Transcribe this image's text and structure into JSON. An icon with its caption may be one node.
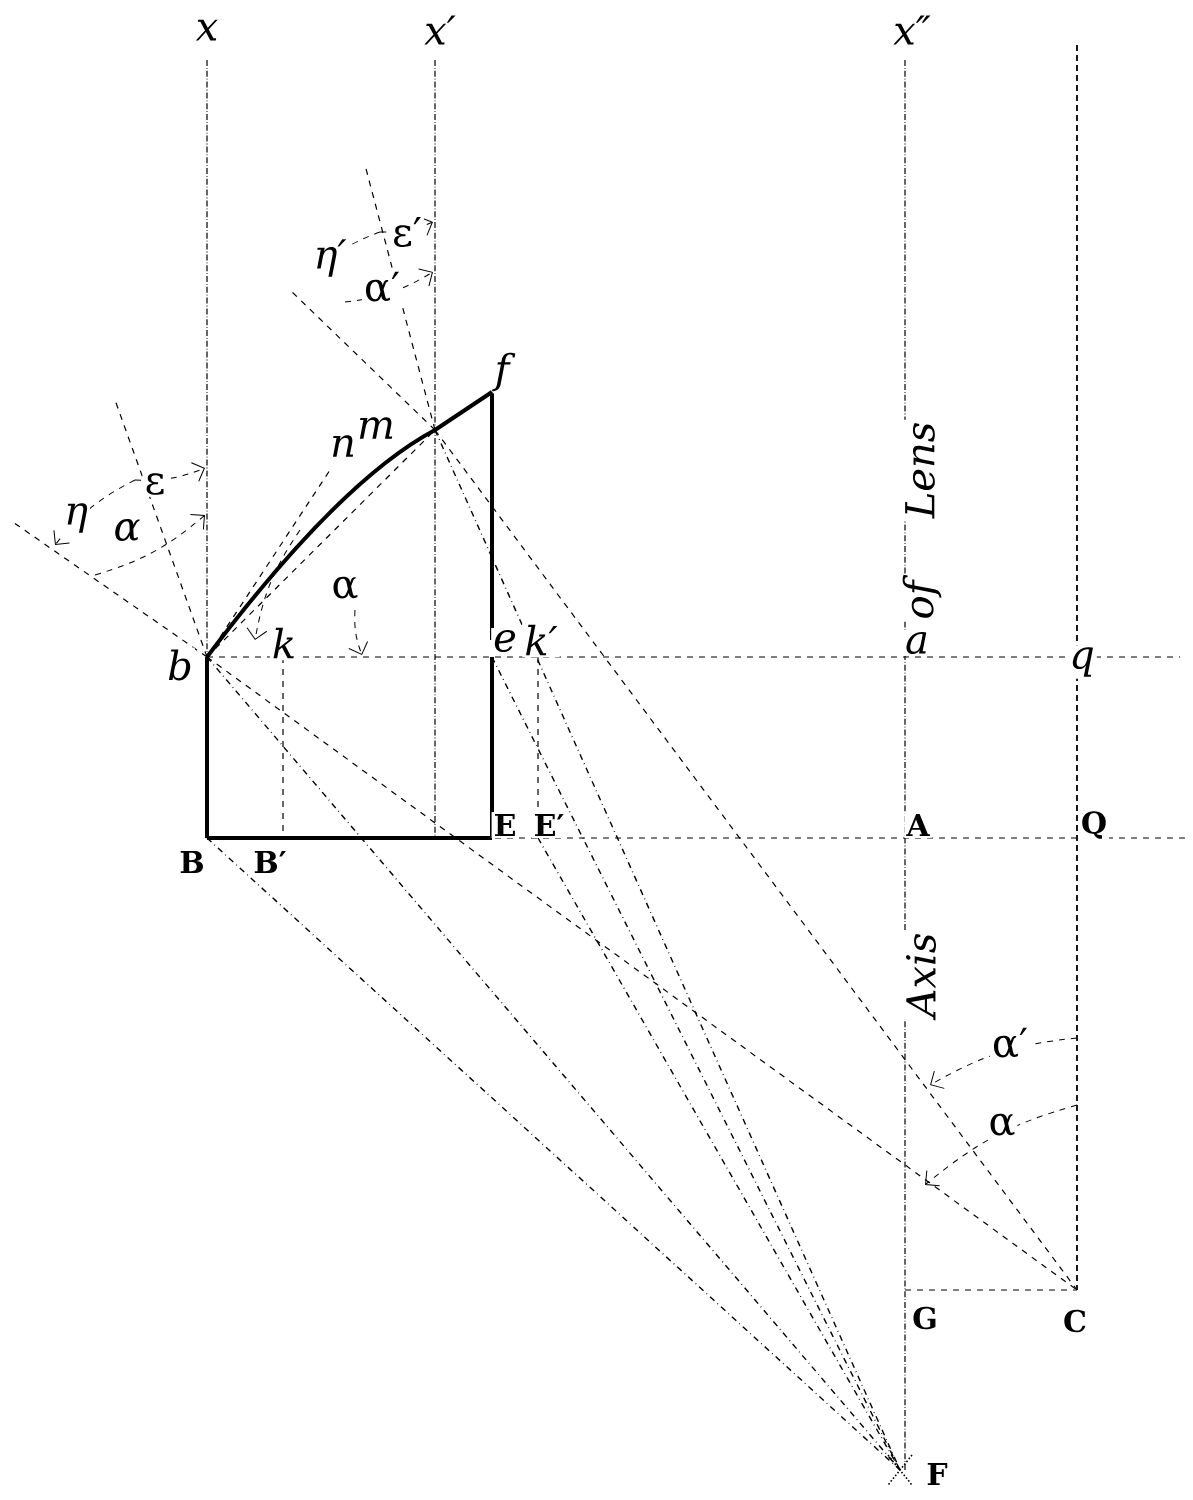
{
  "diagram": {
    "labels": [
      "x",
      "x′",
      "x″",
      "ε′",
      "η′",
      "α′",
      "f",
      "m",
      "n",
      "ε",
      "η",
      "α",
      "α",
      "b",
      "k",
      "e",
      "k′",
      "a",
      "q",
      "Lens",
      "of",
      "E",
      "E′",
      "A",
      "Q",
      "B",
      "B′",
      "Axis",
      "α′",
      "α",
      "G",
      "C",
      "F"
    ]
  }
}
